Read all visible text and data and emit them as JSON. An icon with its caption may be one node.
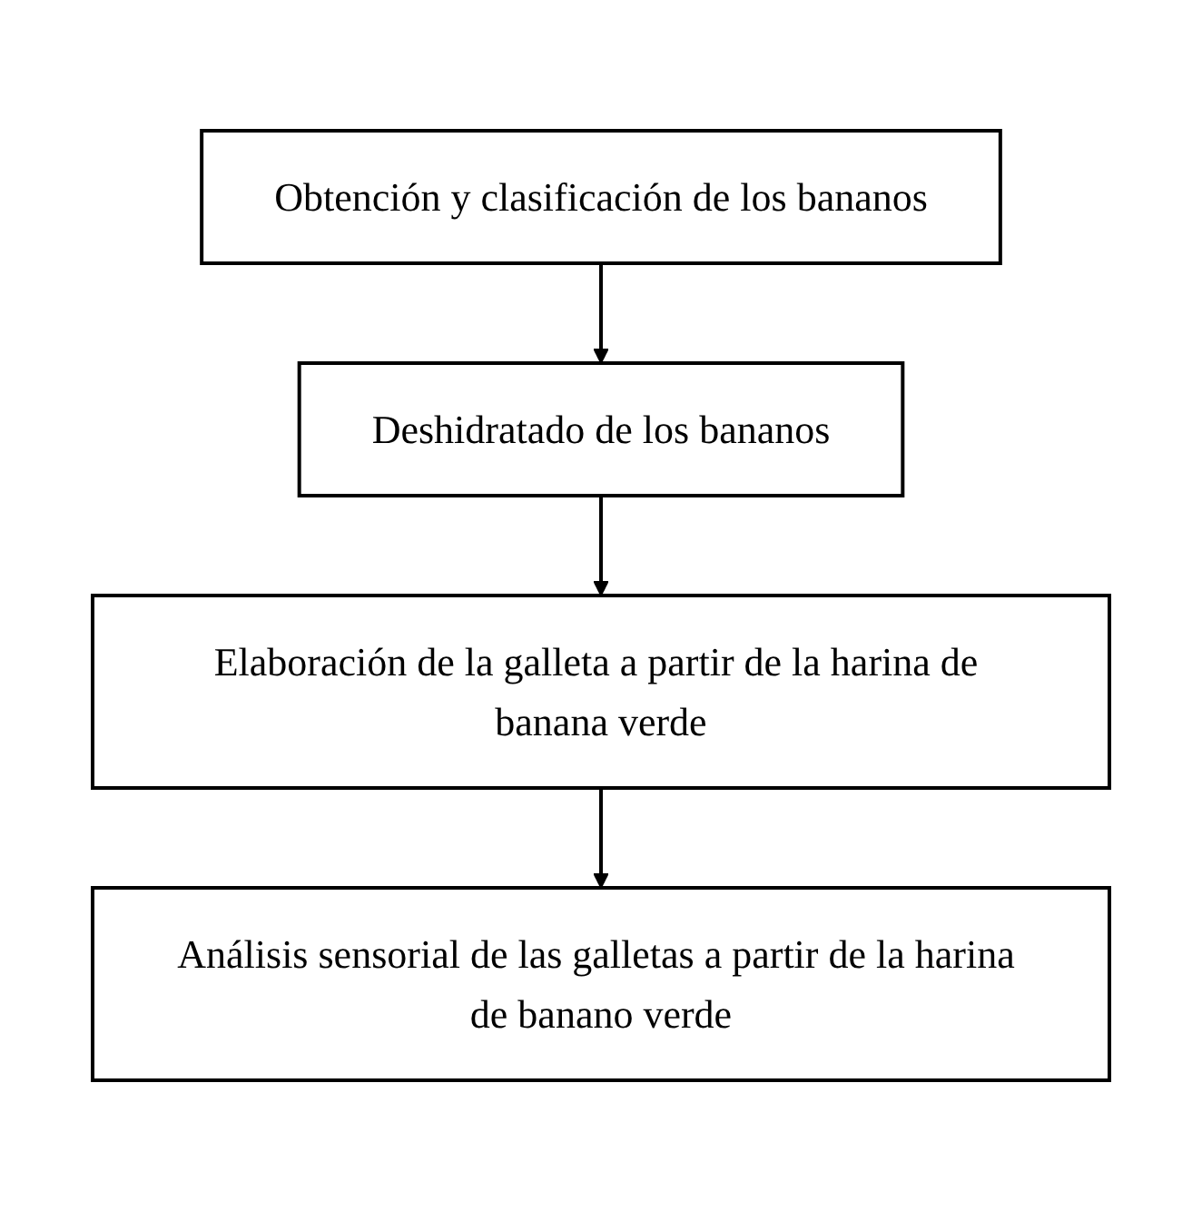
{
  "diagram": {
    "nodes": [
      {
        "text": [
          "Obtención y clasificación de los bananos"
        ]
      },
      {
        "text": [
          "Deshidratado de los bananos"
        ]
      },
      {
        "text": [
          "Elaboración de la galleta a partir de la harina de banana verde"
        ]
      },
      {
        "text": [
          "Análisis sensorial de las galletas a partir de la harina de banano verde"
        ]
      }
    ],
    "edges": [
      {
        "from": 0,
        "to": 1,
        "arrow": "to"
      },
      {
        "from": 1,
        "to": 2,
        "arrow": "to"
      },
      {
        "from": 2,
        "to": 3,
        "arrow": "to"
      }
    ]
  }
}
